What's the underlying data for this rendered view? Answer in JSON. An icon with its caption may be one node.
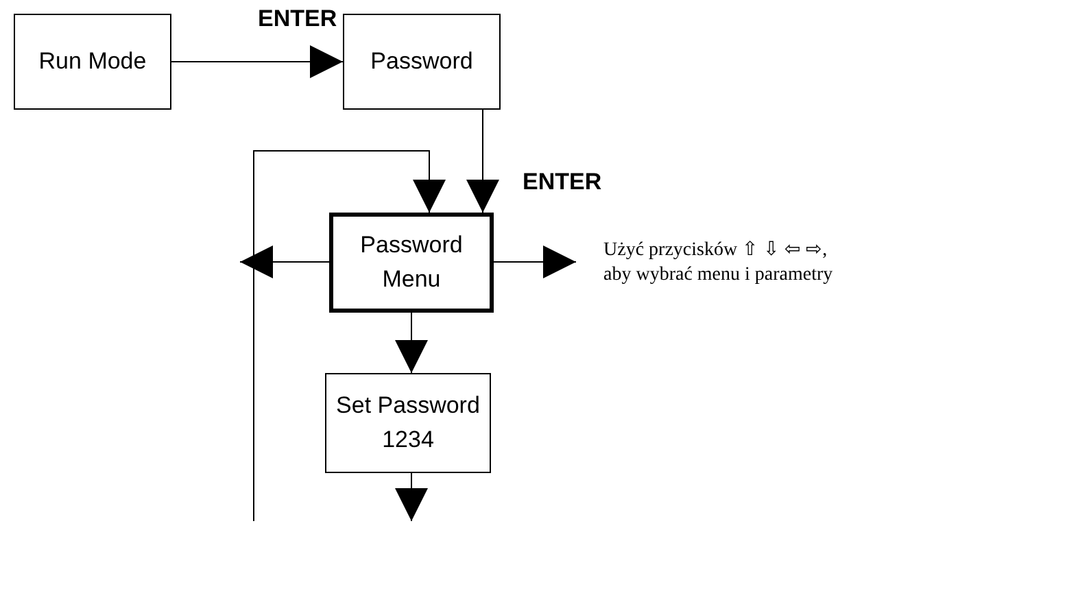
{
  "diagram": {
    "nodes": [
      {
        "text": [
          "Run Mode"
        ]
      },
      {
        "text": [
          "Password"
        ]
      },
      {
        "text": [
          "Password Menu"
        ]
      },
      {
        "text": [
          "Set Password",
          "1234"
        ]
      }
    ],
    "edges": [
      {
        "from": 0,
        "to": 1,
        "arrow": "to",
        "label": "ENTER"
      },
      {
        "from": 1,
        "to": 2,
        "arrow": "to",
        "label": "ENTER"
      },
      {
        "from": 2,
        "to": null,
        "arrow": "to"
      },
      {
        "from": 2,
        "to": null,
        "arrow": "to"
      },
      {
        "from": 2,
        "to": 3,
        "arrow": "to"
      },
      {
        "from": 3,
        "to": null,
        "arrow": "to"
      },
      {
        "from": null,
        "to": 2,
        "arrow": "to"
      }
    ],
    "labels": [
      "Użyć przycisków ⇧ ⇩ ⇦ ⇨, aby wybrać menu i parametry"
    ]
  }
}
